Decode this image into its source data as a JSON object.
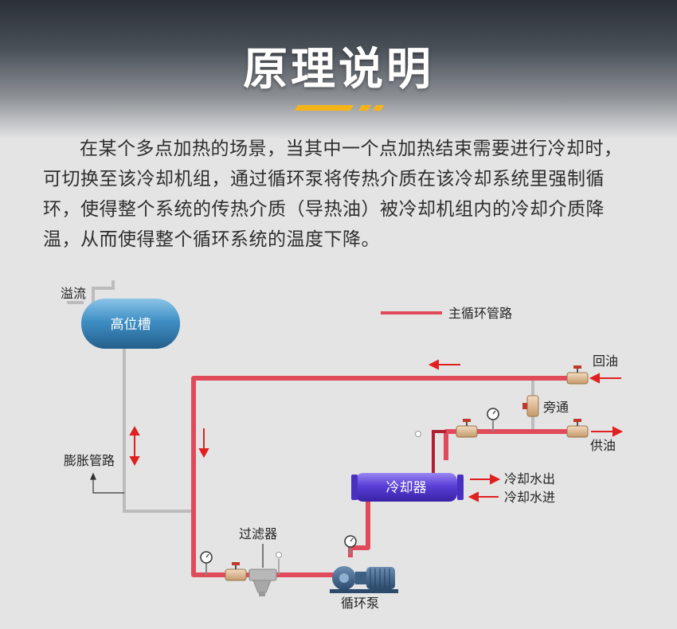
{
  "header": {
    "title": "原理说明"
  },
  "intro": {
    "text": "在某个多点加热的场景，当其中一个点加热结束需要进行冷却时，可切换至该冷却机组，通过循环泵将传热介质在该冷却系统里强制循环，使得整个系统的传热介质（导热油）被冷却机组内的冷却介质降温，从而使得整个循环系统的温度下降。"
  },
  "diagram": {
    "legend": "主循环管路",
    "tank": "高位槽",
    "overflow": "溢流",
    "expansion_pipe": "膨胀管路",
    "return_oil": "回油",
    "bypass": "旁通",
    "supply_oil": "供油",
    "cooler": "冷却器",
    "cooling_water_out": "冷却水出",
    "cooling_water_in": "冷却水进",
    "filter": "过滤器",
    "pump": "循环泵"
  },
  "colors": {
    "main_pipe": "#e14a5a",
    "arrow": "#e02020",
    "tank": "#3f8fc4",
    "cooler": "#5a3fd6",
    "title_accent": "#f6b418"
  }
}
